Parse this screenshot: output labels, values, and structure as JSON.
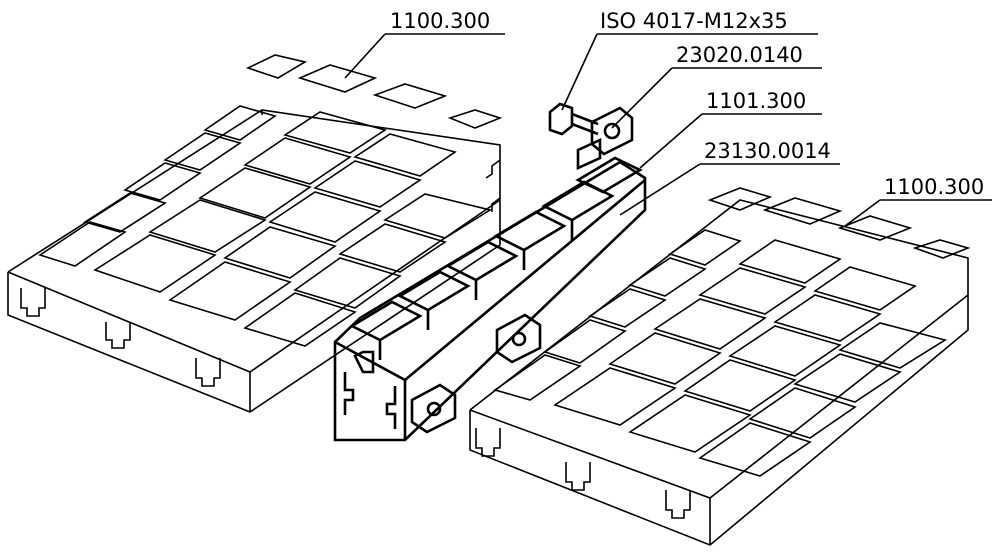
{
  "drawing": {
    "callouts": [
      {
        "id": "plate-left",
        "text": "1100.300"
      },
      {
        "id": "screw",
        "text": "ISO  4017-M12x35"
      },
      {
        "id": "clamp",
        "text": "23020.0140"
      },
      {
        "id": "riser",
        "text": "1101.300"
      },
      {
        "id": "key",
        "text": "23130.0014"
      },
      {
        "id": "plate-right",
        "text": "1100.300"
      }
    ]
  },
  "colors": {
    "line": "#000000",
    "background": "#ffffff"
  }
}
